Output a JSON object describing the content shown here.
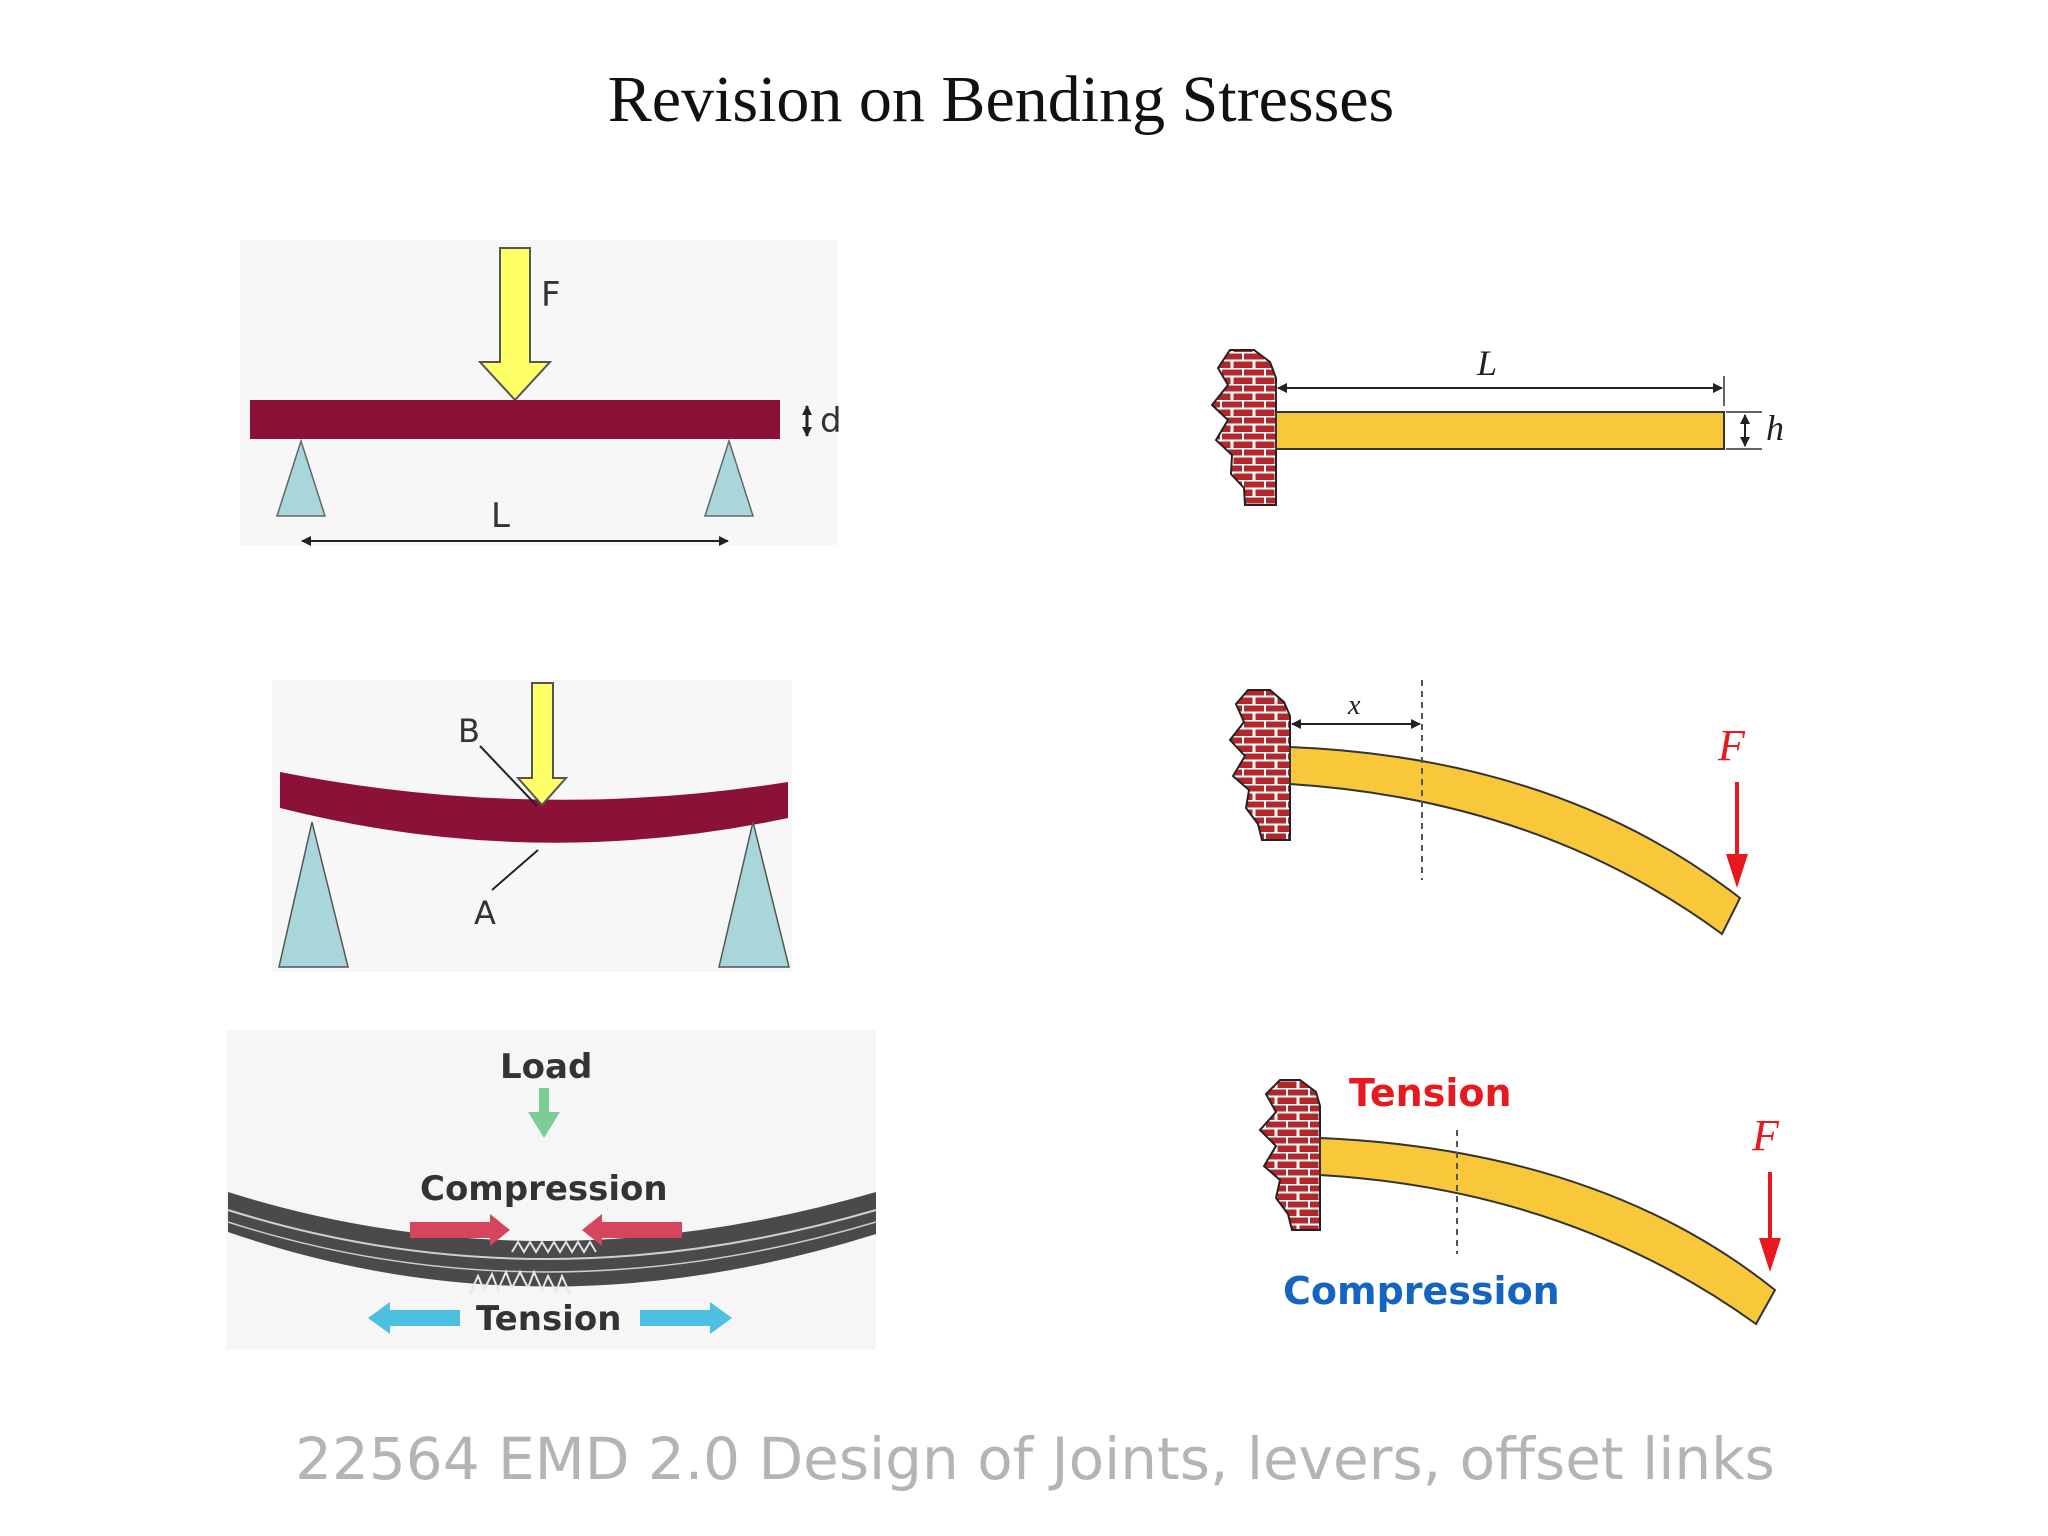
{
  "slide": {
    "title": "Revision on Bending Stresses",
    "footer": "22564 EMD 2.0 Design of Joints, levers, offset links"
  },
  "panels": {
    "simply_supported": {
      "force_label": "F",
      "depth_label": "d",
      "length_label": "L"
    },
    "cantilever": {
      "length_label": "L",
      "height_label": "h"
    },
    "bent_beam": {
      "point_b": "B",
      "point_a": "A"
    },
    "cantilever_loaded": {
      "x_label": "x",
      "force_label": "F"
    },
    "stress_beam": {
      "load_label": "Load",
      "compression_label": "Compression",
      "tension_label": "Tension"
    },
    "cantilever_stress": {
      "tension_label": "Tension",
      "compression_label": "Compression",
      "force_label": "F"
    }
  },
  "colors": {
    "beam_maroon": "#8c1136",
    "beam_yellow": "#f8c83a",
    "force_yellow": "#ffff66",
    "support_blue": "#a9d6db",
    "brick": "#b3272a",
    "force_red": "#e8191e",
    "tension_red": "#e8191e",
    "compression_blue": "#1565c0",
    "load_green": "#7ccc95",
    "compression_arrow": "#d6455e",
    "tension_arrow": "#4cc0e0"
  }
}
